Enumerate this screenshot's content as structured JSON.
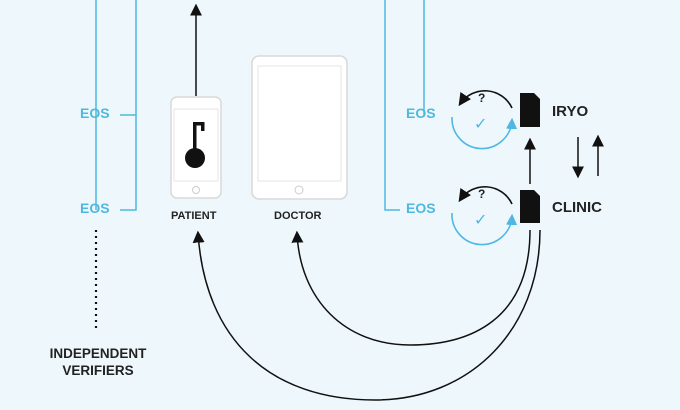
{
  "labels": {
    "eos_left_top": "EOS",
    "eos_left_bottom": "EOS",
    "eos_right_top": "EOS",
    "eos_right_bottom": "EOS",
    "patient": "PATIENT",
    "doctor": "DOCTOR",
    "iryo": "IRYO",
    "clinic": "CLINIC",
    "verifiers_line1": "INDEPENDENT",
    "verifiers_line2": "VERIFIERS",
    "question_top": "?",
    "question_bottom": "?",
    "check_top": "✓",
    "check_bottom": "✓"
  },
  "colors": {
    "background": "#eef8fc",
    "accent_blue": "#4fb8e0",
    "ink": "#111111",
    "device_frame": "#dcdcdc",
    "device_screen": "#ffffff"
  },
  "icons": {
    "patient_key": "key-icon",
    "iryo_doc": "document-icon",
    "clinic_doc": "document-icon"
  }
}
